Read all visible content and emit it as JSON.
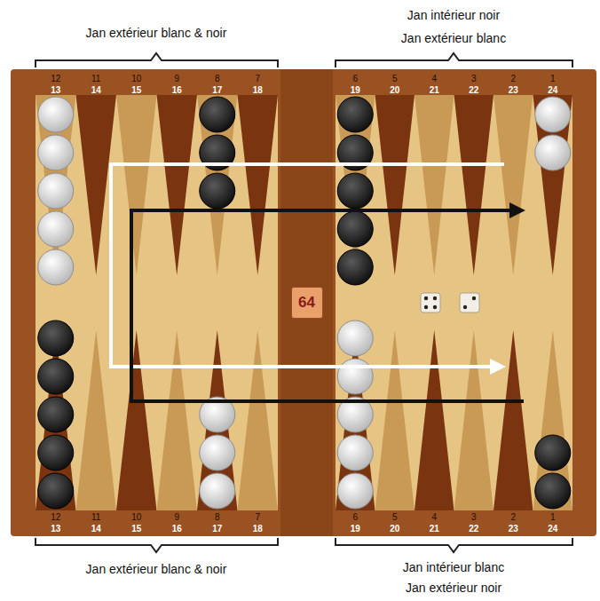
{
  "diagram": {
    "nodes": [
      {
        "text": [
          "64"
        ]
      }
    ],
    "labels": [
      "Jan extérieur blanc & noir",
      "Jan intérieur noir",
      "Jan extérieur blanc",
      "12",
      "11",
      "10",
      "9",
      "8",
      "7",
      "6",
      "5",
      "4",
      "3",
      "2",
      "1",
      "13",
      "14",
      "15",
      "16",
      "17",
      "18",
      "19",
      "20",
      "21",
      "22",
      "23",
      "24",
      "12",
      "11",
      "10",
      "9",
      "8",
      "7",
      "6",
      "5",
      "4",
      "3",
      "2",
      "1",
      "13",
      "14",
      "15",
      "16",
      "17",
      "18",
      "19",
      "20",
      "21",
      "22",
      "23",
      "24",
      "Jan extérieur blanc & noir",
      "Jan intérieur blanc",
      "Jan extérieur noir"
    ]
  }
}
